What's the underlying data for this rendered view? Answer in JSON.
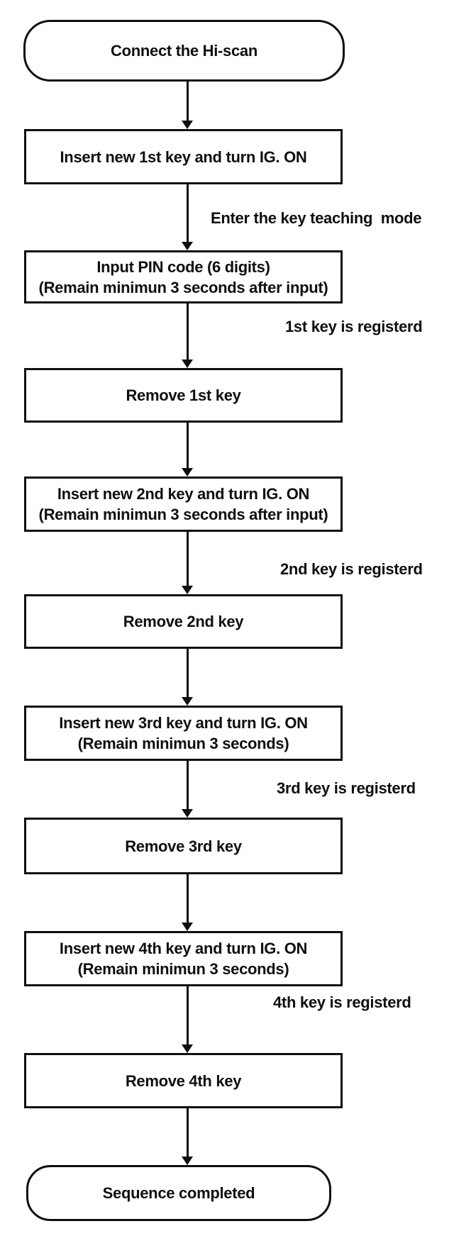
{
  "diagram": {
    "type": "flowchart",
    "description": "Immobilizer key teaching sequence using the Hi-scan tool",
    "colors": {
      "ink": "#0f0f0f",
      "background": "#ffffff"
    },
    "nodes": [
      {
        "id": "start",
        "shape": "terminator",
        "text": "Connect the Hi-scan"
      },
      {
        "id": "insert-1st-key",
        "shape": "process",
        "text": "Insert new 1st key and turn IG. ON"
      },
      {
        "id": "input-pin-code",
        "shape": "process",
        "line1": "Input PIN code (6 digits)",
        "line2": "(Remain minimun 3 seconds after input)"
      },
      {
        "id": "remove-1st-key",
        "shape": "process",
        "text": "Remove 1st key"
      },
      {
        "id": "insert-2nd-key",
        "shape": "process",
        "line1": "Insert new 2nd key and turn IG. ON",
        "line2": "(Remain minimun 3 seconds after input)"
      },
      {
        "id": "remove-2nd-key",
        "shape": "process",
        "text": "Remove 2nd key"
      },
      {
        "id": "insert-3rd-key",
        "shape": "process",
        "line1": "Insert new 3rd key and turn IG. ON",
        "line2": "(Remain minimun 3 seconds)"
      },
      {
        "id": "remove-3rd-key",
        "shape": "process",
        "text": "Remove 3rd key"
      },
      {
        "id": "insert-4th-key",
        "shape": "process",
        "line1": "Insert new 4th key and turn IG. ON",
        "line2": "(Remain minimun 3 seconds)"
      },
      {
        "id": "remove-4th-key",
        "shape": "process",
        "text": "Remove 4th key"
      },
      {
        "id": "end",
        "shape": "terminator",
        "text": "Sequence completed"
      }
    ],
    "edge_labels": [
      {
        "text": "Enter the key teaching  mode"
      },
      {
        "text": "1st key is registerd"
      },
      {
        "text": "2nd key is registerd"
      },
      {
        "text": "3rd key is registerd"
      },
      {
        "text": "4th key is registerd"
      }
    ]
  }
}
